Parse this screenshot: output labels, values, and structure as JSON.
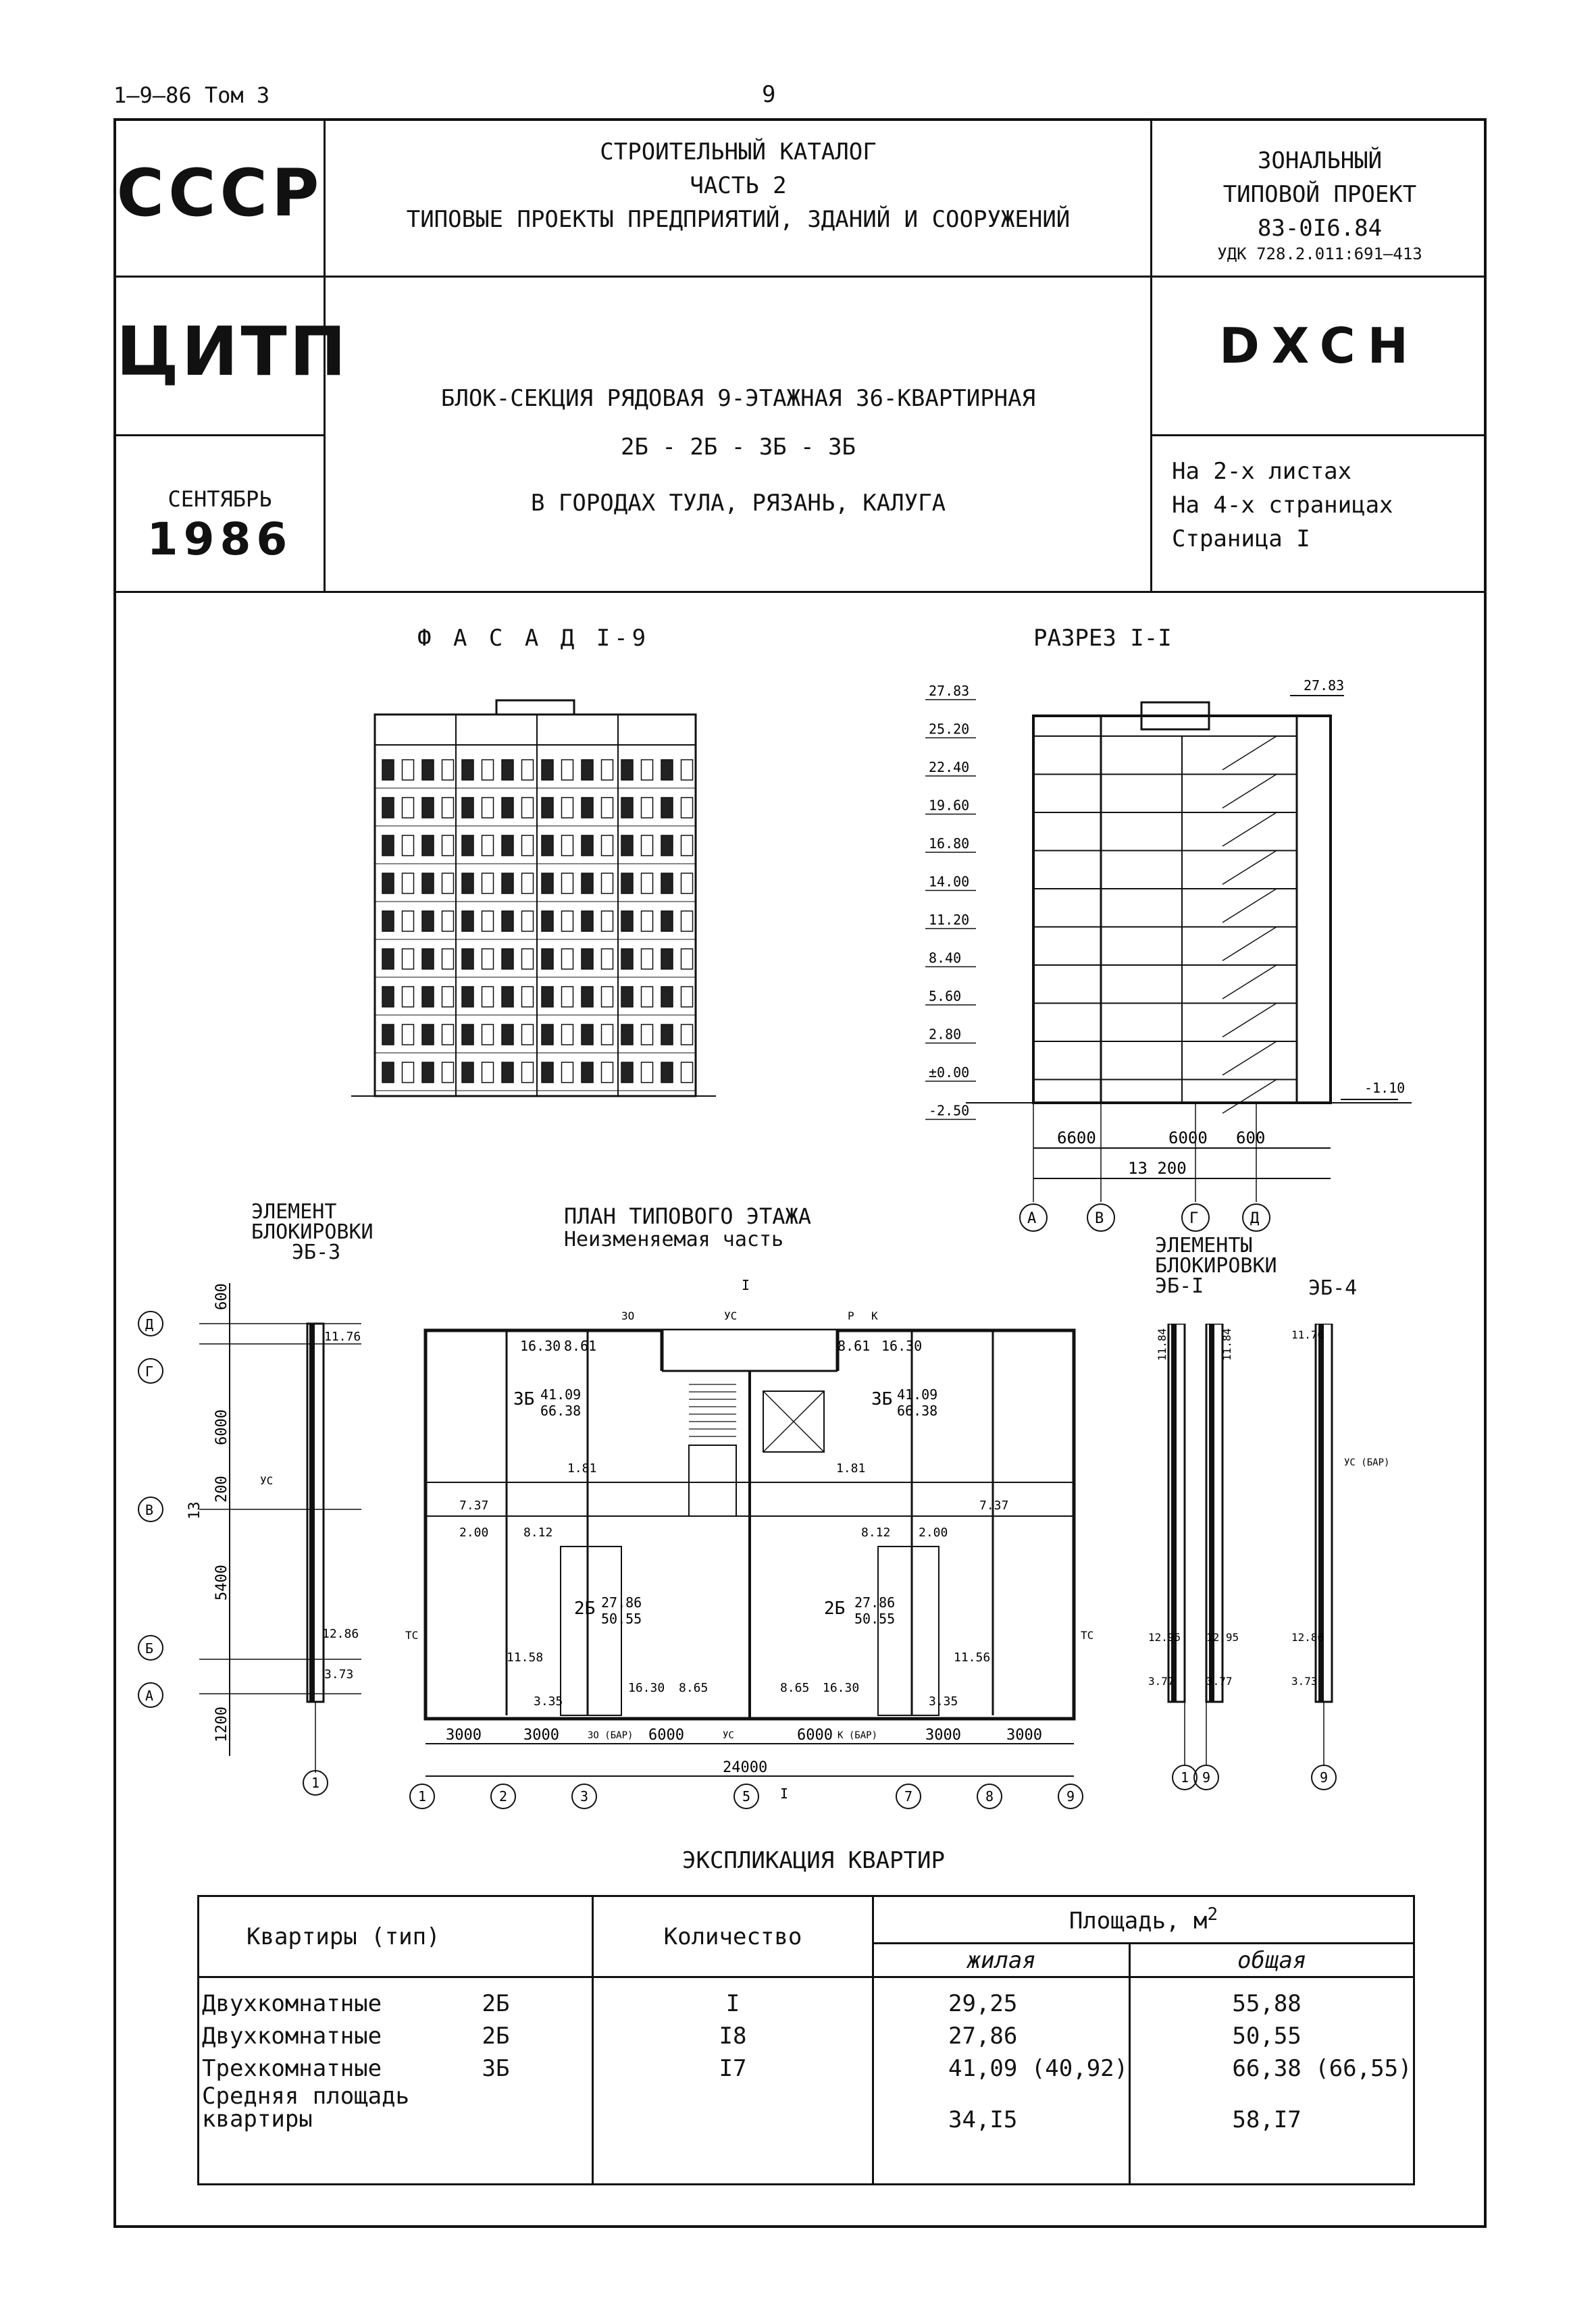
{
  "top": {
    "series": "1–9–86 Том 3",
    "page_number": "9"
  },
  "header": {
    "ussr": "СССР",
    "catalog_line1": "СТРОИТЕЛЬНЫЙ КАТАЛОГ",
    "catalog_line2": "ЧАСТЬ 2",
    "catalog_line3": "ТИПОВЫЕ ПРОЕКТЫ ПРЕДПРИЯТИЙ, ЗДАНИЙ И СООРУЖЕНИЙ",
    "zonal_line1": "ЗОНАЛЬНЫЙ",
    "zonal_line2": "ТИПОВОЙ ПРОЕКТ",
    "project_code": "83-0I6.84",
    "udk": "УДК 728.2.011:691–413",
    "citp": "ЦИТП",
    "dxsn": "DXCH",
    "title_line1": "БЛОК-СЕКЦИЯ РЯДОВАЯ 9-ЭТАЖНАЯ 36-КВАРТИРНАЯ",
    "title_line2": "2Б - 2Б - 3Б - 3Б",
    "title_line3": "В ГОРОДАХ ТУЛА, РЯЗАНЬ, КАЛУГА",
    "month": "СЕНТЯБРЬ",
    "year": "1986",
    "sheets": "На 2-х листах",
    "pages": "На 4-х страницах",
    "page": "Страница I"
  },
  "drawings": {
    "facade_title": "Ф А С А Д  I-9",
    "section_title": "РАЗРЕЗ I-I",
    "section_levels": [
      "27.83",
      "25.20",
      "22.40",
      "19.60",
      "16.80",
      "14.00",
      "11.20",
      "8.40",
      "5.60",
      "2.80",
      "±0.00",
      "-2.50"
    ],
    "section_roof_level": "27.83",
    "section_ground_level": "-1.10",
    "section_dims": [
      "6600",
      "6000",
      "600"
    ],
    "section_total": "13 200",
    "section_axes": [
      "А",
      "В",
      "Г",
      "Д"
    ],
    "element_left_title": [
      "ЭЛЕМЕНТ",
      "БЛОКИРОВКИ",
      "ЭБ-3"
    ],
    "plan_title": "ПЛАН ТИПОВОГО ЭТАЖА",
    "plan_subtitle": "Неизменяемая часть",
    "elements_right_title": [
      "ЭЛЕМЕНТЫ",
      "БЛОКИРОВКИ",
      "ЭБ-I"
    ],
    "element_eb4": "ЭБ-4",
    "left_dims": [
      "600",
      "6000",
      "200",
      "13",
      "5400",
      "1200"
    ],
    "left_axes": [
      "Д",
      "Г",
      "В",
      "Б",
      "А"
    ],
    "plan_bottom_dims": [
      "3000",
      "3000",
      "6000",
      "6000",
      "3000",
      "3000"
    ],
    "plan_total": "24000",
    "plan_axes": [
      "1",
      "2",
      "3",
      "5",
      "7",
      "8",
      "9"
    ],
    "plan_labels": {
      "apt3b": "3Б",
      "apt2b": "2Б",
      "area_3b": "41.09",
      "area_3b_total": "66.38",
      "area_2b": "27.86",
      "area_2b_total": "50.55",
      "room_1630": "16.30",
      "room_861": "8.61",
      "room_181": "1.81",
      "room_737": "7.37",
      "room_200": "2.00",
      "room_812": "8.12",
      "room_1156": "11.56",
      "room_1158": "11.58",
      "room_335": "3.35",
      "room_865": "8.65",
      "yc": "УС",
      "yc_bar": "УС (БАР)",
      "tc": "ТС",
      "zo": "ЗО",
      "zo_bar": "ЗО (БАР)",
      "k_bar": "К (БАР)",
      "p": "Р",
      "k": "К",
      "section_mark": "I"
    },
    "eb3_levels": [
      "11.76",
      "12.86",
      "3.73"
    ],
    "eb1_levels": [
      "11.84",
      "11.84",
      "12.95",
      "12.95",
      "3.77",
      "3.77"
    ],
    "eb4_levels": [
      "11.76",
      "12.86",
      "3.73"
    ],
    "eb1_axes": [
      "1",
      "9"
    ],
    "eb4_axis": "9",
    "eb3_axis": "1"
  },
  "explication": {
    "title": "ЭКСПЛИКАЦИЯ КВАРТИР",
    "col_type": "Квартиры (тип)",
    "col_count": "Количество",
    "col_area": "Площадь, м",
    "col_area_sup": "2",
    "col_living": "жилая",
    "col_total": "общая",
    "rows": [
      {
        "name": "Двухкомнатные",
        "type": "2Б",
        "count": "I",
        "living": "29,25",
        "total": "55,88"
      },
      {
        "name": "Двухкомнатные",
        "type": "2Б",
        "count": "I8",
        "living": "27,86",
        "total": "50,55"
      },
      {
        "name": "Трехкомнатные",
        "type": "3Б",
        "count": "I7",
        "living": "41,09 (40,92)",
        "total": "66,38 (66,55)"
      }
    ],
    "avg_line1": "Средняя площадь",
    "avg_line2": "квартиры",
    "avg_living": "34,I5",
    "avg_total": "58,I7"
  }
}
